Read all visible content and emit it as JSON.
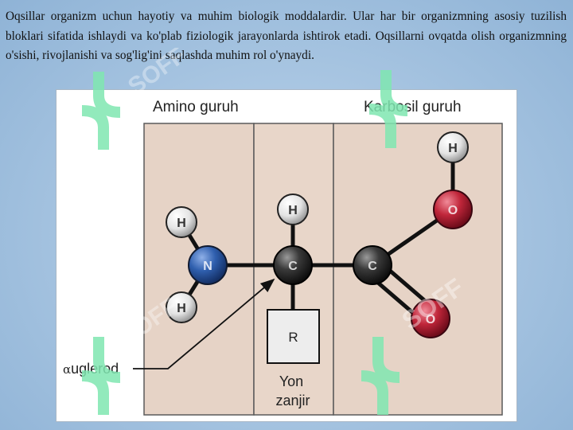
{
  "slide_text": {
    "paragraph": "Oqsillar organizm uchun hayotiy va muhim biologik moddalardir. Ular har bir organizmning asosiy tuzilish bloklari sifatida ishlaydi va ko'plab fiziologik jarayonlarda ishtirok etadi. Oqsillarni ovqatda olish organizmning o'sishi, rivojlanishi va sog'lig'ini saqlashda muhim rol o'ynaydi."
  },
  "figure": {
    "amino_group_label": "Amino guruh",
    "carboxyl_group_label": "Karbosil guruh",
    "side_chain_label_line1": "Yon",
    "side_chain_label_line2": "zanjir",
    "alpha_symbol": "α",
    "alpha_carbon_label": "uglerod",
    "r_group": "R",
    "atoms": {
      "hydrogen": "H",
      "nitrogen": "N",
      "carbon": "C",
      "oxygen": "O"
    }
  },
  "watermark": {
    "text": "SOFF"
  },
  "colors": {
    "amino_panel": "#e6d3c6",
    "carboxyl_panel": "#e6d3c6",
    "center_panel": "#e8d6c9",
    "nitrogen": "#2f5fae",
    "oxygen": "#c0263a",
    "carbon": "#2e2e2e",
    "hydrogen": "#f2f2f2",
    "watermark_green": "#7fe6b0"
  }
}
